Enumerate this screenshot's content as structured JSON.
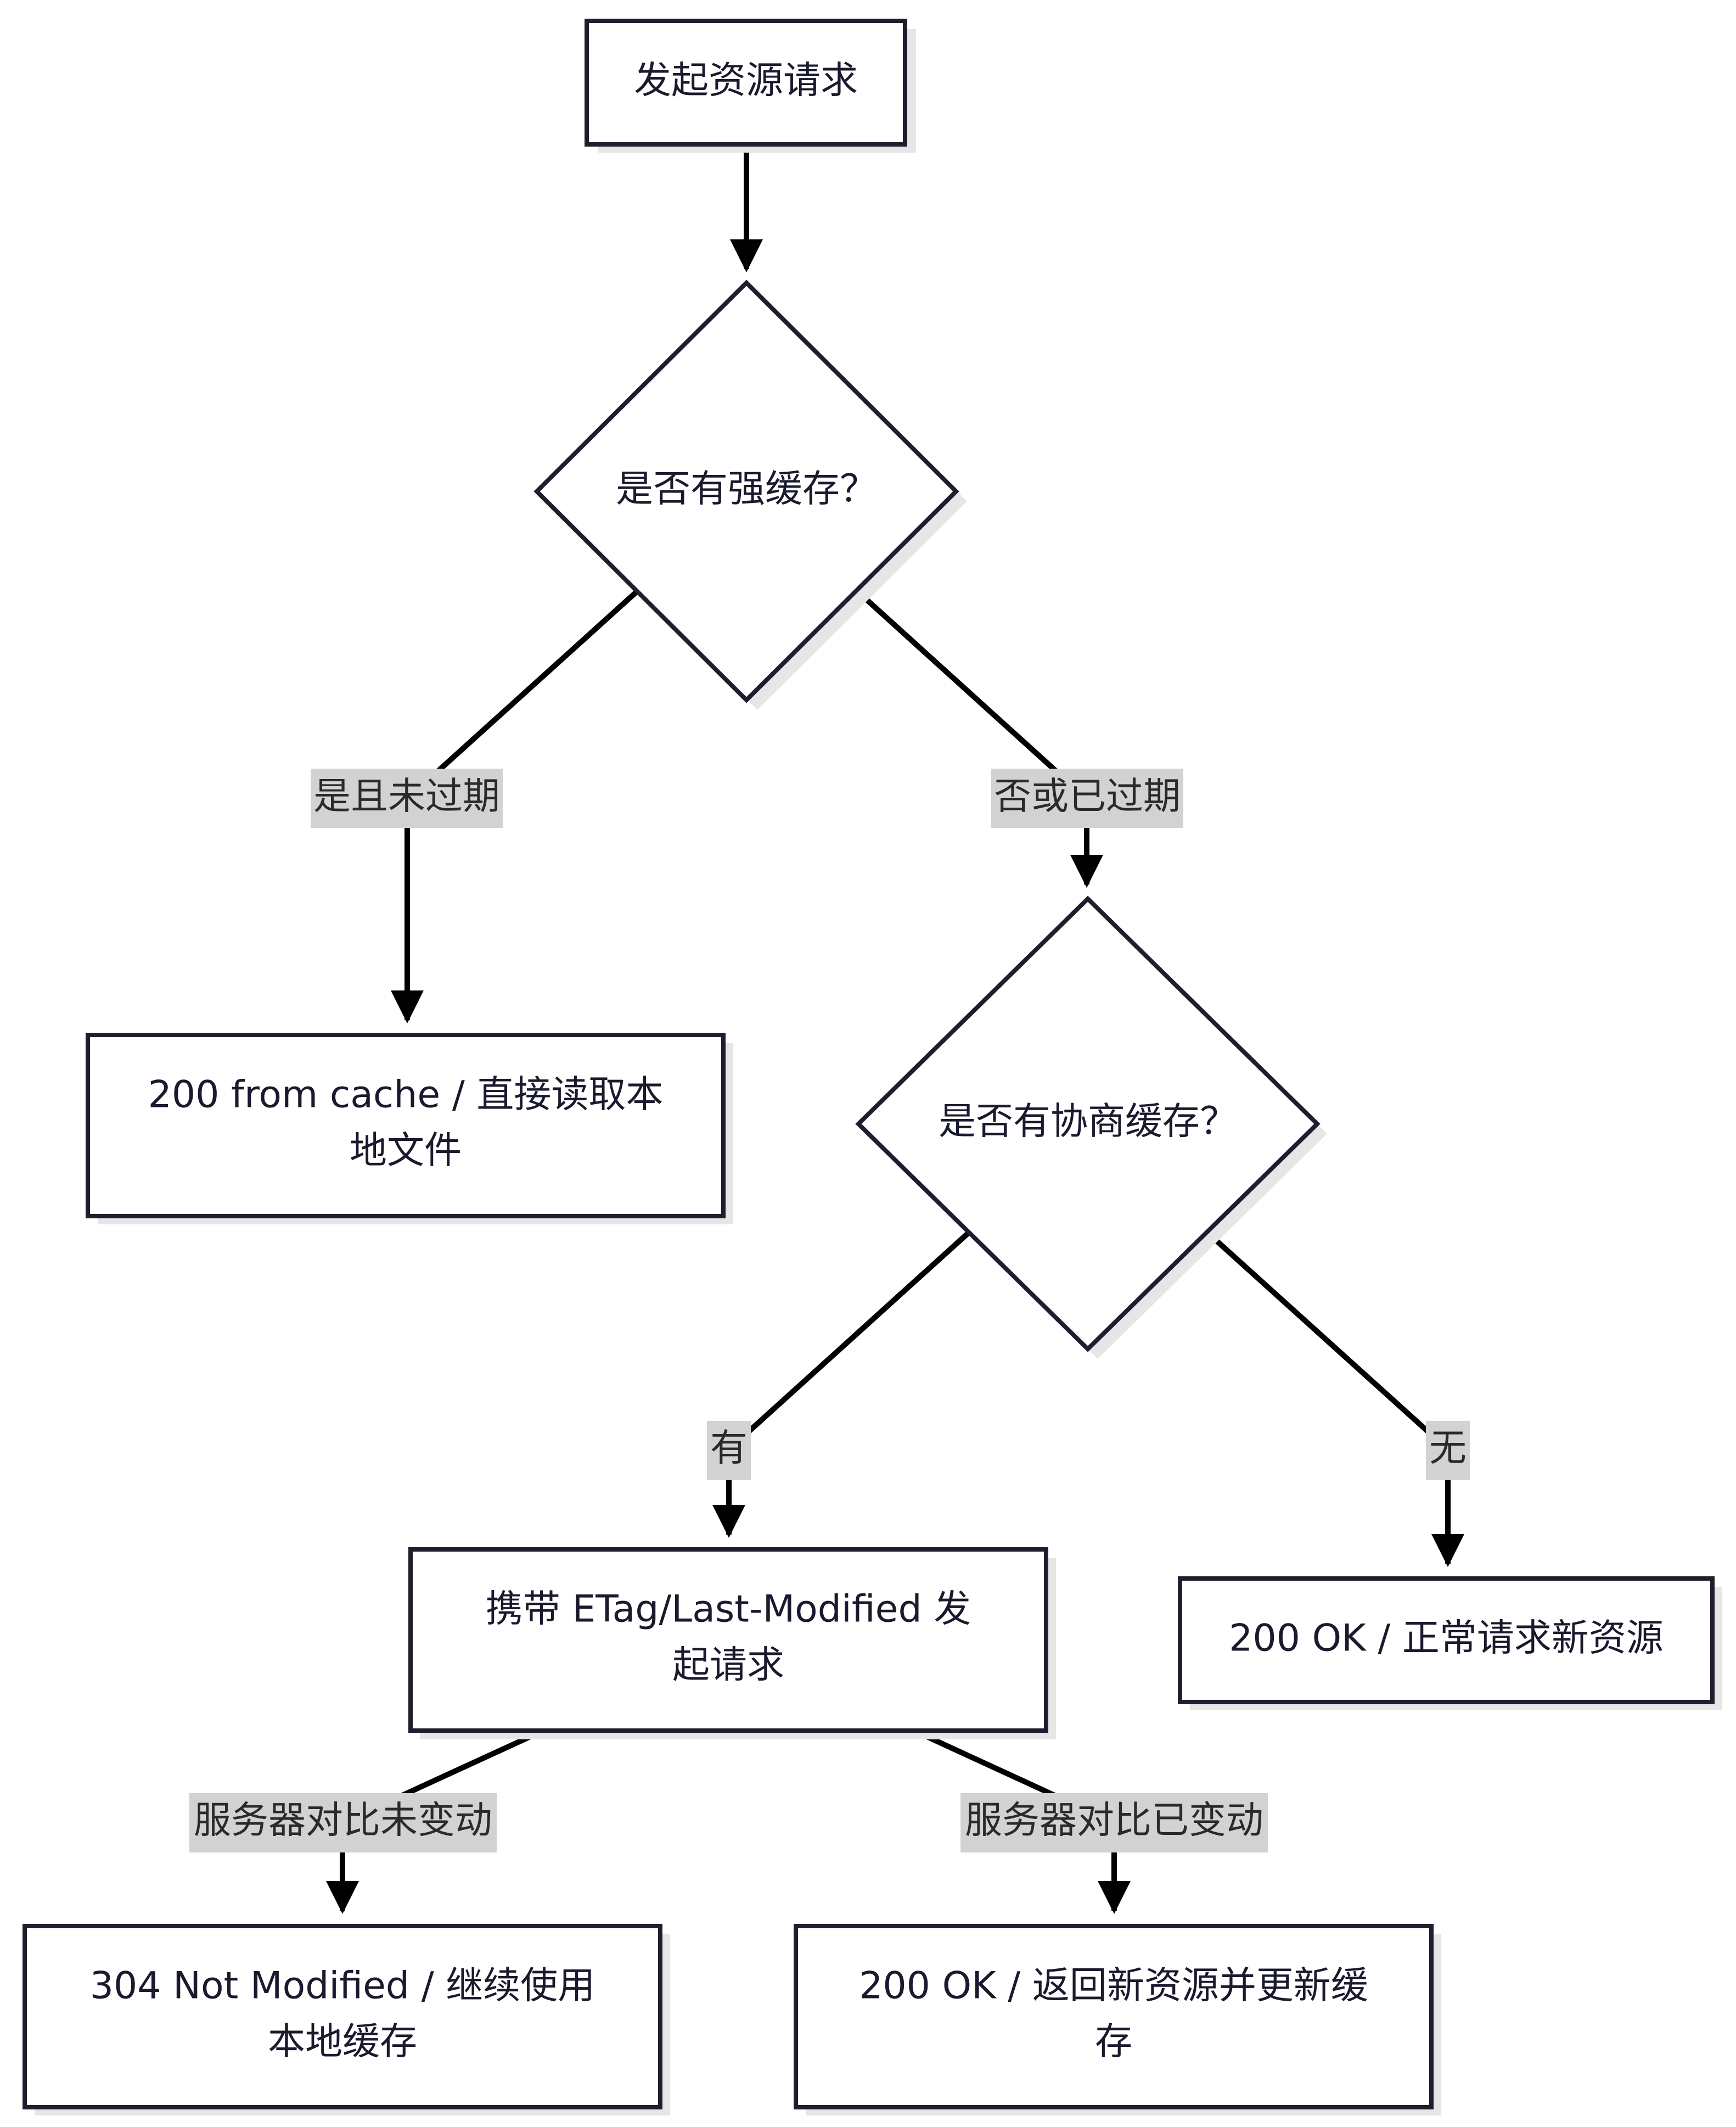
{
  "diagram": {
    "nodes": {
      "start": {
        "lines": [
          "发起资源请求"
        ]
      },
      "strong_cache_q": {
        "lines": [
          "是否有强缓存？"
        ]
      },
      "from_cache": {
        "lines": [
          "200 from cache / 直接读取本",
          "地文件"
        ]
      },
      "negotiate_q": {
        "lines": [
          "是否有协商缓存？"
        ]
      },
      "conditional_request": {
        "lines": [
          "携带 ETag/Last-Modified 发",
          "起请求"
        ]
      },
      "ok_normal": {
        "lines": [
          "200 OK / 正常请求新资源"
        ]
      },
      "not_modified": {
        "lines": [
          "304 Not Modified / 继续使用",
          "本地缓存"
        ]
      },
      "ok_new": {
        "lines": [
          "200 OK / 返回新资源并更新缓",
          "存"
        ]
      }
    },
    "edge_labels": {
      "fresh": "是且未过期",
      "expired": "否或已过期",
      "has_negotiate": "有",
      "no_negotiate": "无",
      "unchanged": "服务器对比未变动",
      "changed": "服务器对比已变动"
    }
  }
}
